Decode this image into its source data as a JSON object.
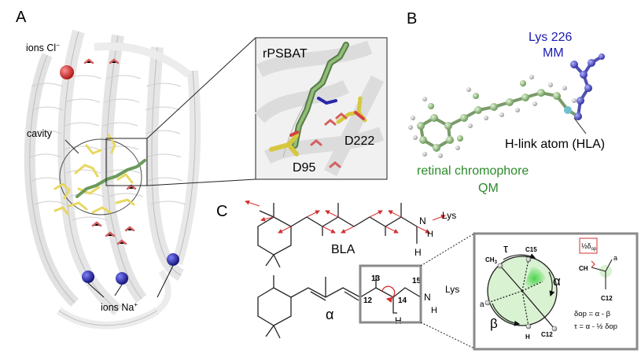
{
  "panels": {
    "a_label": "A",
    "b_label": "B",
    "c_label": "C"
  },
  "panel_a": {
    "ions_cl": "ions Cl",
    "ions_cl_sup": "−",
    "cavity": "cavity",
    "ions_na": "ions Na",
    "ions_na_sup": "+",
    "inset_title": "rPSBAT",
    "d222": "D222",
    "d95": "D95"
  },
  "panel_b": {
    "lys_line1": "Lys 226",
    "lys_line2": "MM",
    "hla": "H-link atom (HLA)",
    "retinal_line1": "retinal chromophore",
    "retinal_line2": "QM"
  },
  "panel_c": {
    "lys_top": "Lys",
    "n_top": "N",
    "h_top": "H",
    "h_top_ch": "H",
    "bla": "BLA",
    "lys_bottom": "Lys",
    "n_bottom": "N",
    "h_bottom_n": "H",
    "n13": "13",
    "n12": "12",
    "n14": "14",
    "n15": "15",
    "h_bottom": "H",
    "alpha": "α",
    "newman": {
      "tau": "τ",
      "c15": "C15",
      "ch3": "CH",
      "ch3_sub": "3",
      "alpha": "α",
      "a_plus": "a",
      "beta": "β",
      "h": "H",
      "c12": "C12",
      "frac_box": "½δ",
      "frac_sub": "op",
      "ch3_right": "CH",
      "a_right": "a",
      "c12_right": "C12",
      "eq1": "δop = α - β",
      "eq2": "τ = α - ½ δop"
    }
  },
  "colors": {
    "green_text": "#2a8a2a",
    "blue_text": "#1a1ab0",
    "ion_red": "#d43c3c",
    "ion_blue": "#2828a8",
    "stick_yellow": "#e8d860",
    "stick_green": "#6a9a5a",
    "arrow_red": "#d43030",
    "zoom_box": "#8a8a8a"
  }
}
